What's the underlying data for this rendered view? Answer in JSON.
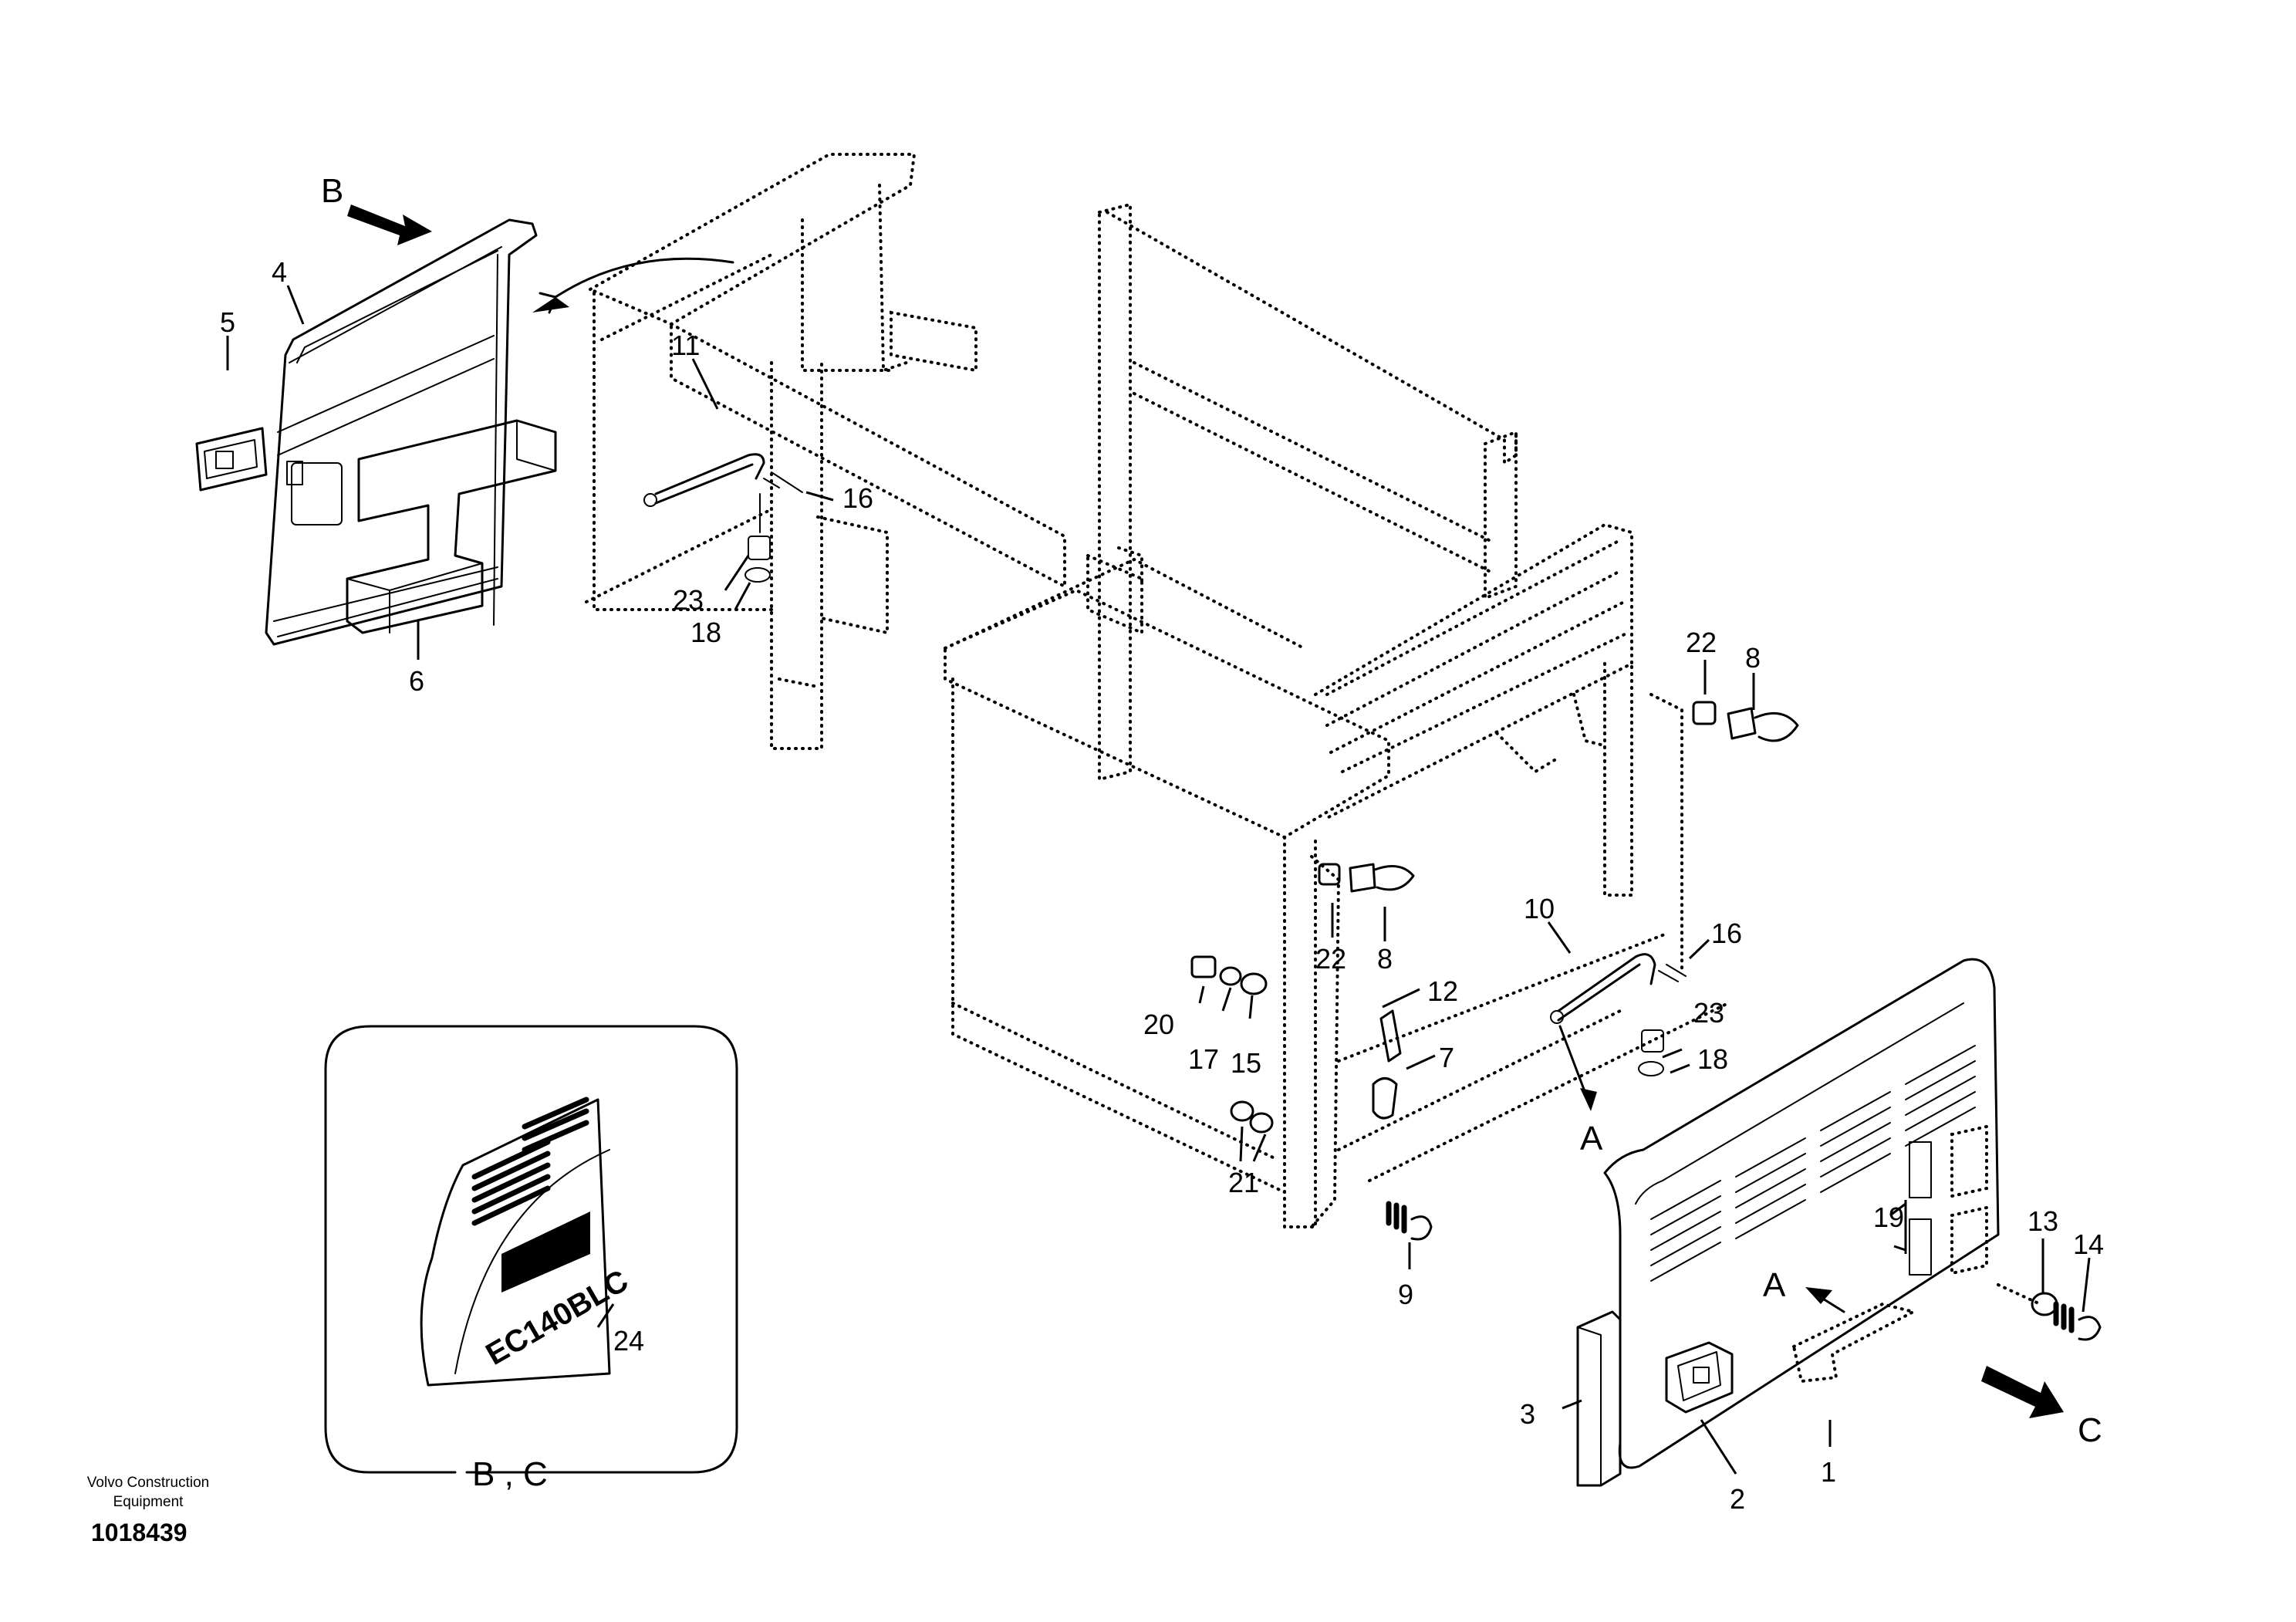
{
  "view_labels": {
    "b": "B",
    "c": "C",
    "a_top": "A",
    "a_bottom": "A",
    "detail_caption": "B , C"
  },
  "callouts": {
    "n1": "1",
    "n2": "2",
    "n3": "3",
    "n4": "4",
    "n5": "5",
    "n6": "6",
    "n7": "7",
    "n8a": "8",
    "n8b": "8",
    "n9": "9",
    "n10": "10",
    "n11": "11",
    "n12": "12",
    "n13": "13",
    "n14": "14",
    "n15": "15",
    "n16a": "16",
    "n16b": "16",
    "n17": "17",
    "n18a": "18",
    "n18b": "18",
    "n19": "19",
    "n20": "20",
    "n21": "21",
    "n22a": "22",
    "n22b": "22",
    "n23a": "23",
    "n23b": "23",
    "n24": "24"
  },
  "footer": {
    "company_line1": "Volvo Construction",
    "company_line2": "Equipment",
    "drawing_id": "1018439"
  },
  "decal_text": "EC140BLC"
}
